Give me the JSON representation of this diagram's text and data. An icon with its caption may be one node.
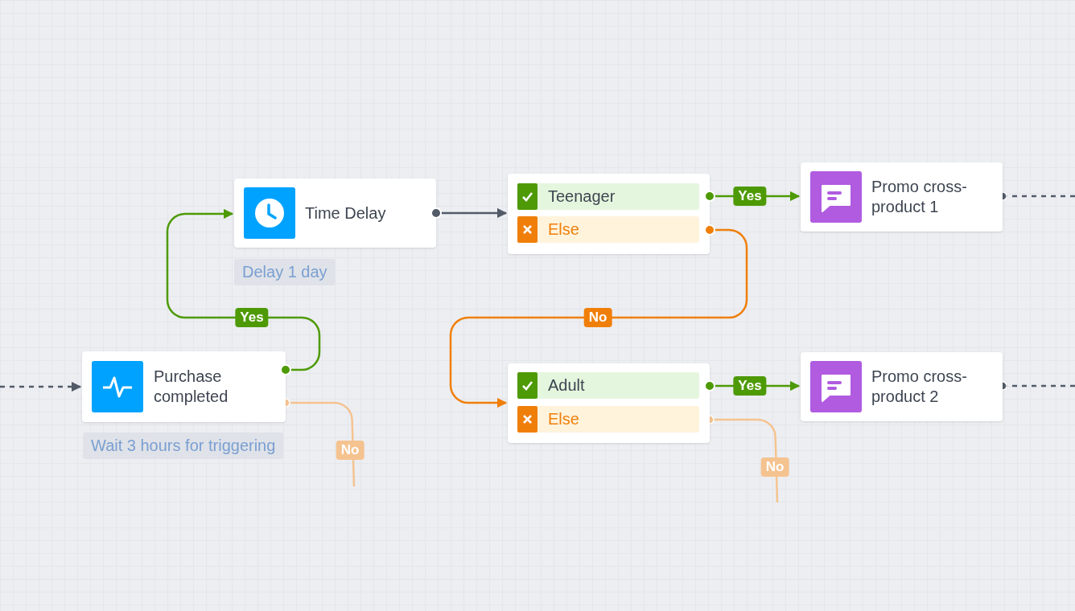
{
  "diagram": {
    "nodes": [
      {
        "text": [
          "Purchase completed"
        ],
        "beside": [
          "Wait 3 hours for triggering"
        ]
      },
      {
        "text": [
          "Time Delay"
        ],
        "beside": [
          "Delay 1 day"
        ]
      },
      {
        "text": [],
        "shape": "box"
      },
      {
        "text": [
          "Teenager"
        ],
        "in": 2
      },
      {
        "text": [
          "Else"
        ],
        "in": 2
      },
      {
        "text": [
          "Promo cross-product 1"
        ]
      },
      {
        "text": [],
        "shape": "box"
      },
      {
        "text": [
          "Adult"
        ],
        "in": 6
      },
      {
        "text": [
          "Else"
        ],
        "in": 6
      },
      {
        "text": [
          "Promo cross-product 2"
        ]
      }
    ],
    "edges": [
      {
        "from": null,
        "to": 0,
        "arrow": "to",
        "style": "dashed",
        "color": "#525b67"
      },
      {
        "from": 0,
        "to": 1,
        "arrow": "to",
        "label": "Yes",
        "color": "#4e9a06"
      },
      {
        "from": 0,
        "to": null,
        "arrow": "other",
        "label": "No",
        "color": "#f5c390"
      },
      {
        "from": 1,
        "to": 2,
        "arrow": "to",
        "color": "#525b67"
      },
      {
        "from": 3,
        "to": 5,
        "arrow": "to",
        "label": "Yes",
        "color": "#4e9a06"
      },
      {
        "from": 4,
        "to": 6,
        "arrow": "to",
        "label": "No",
        "color": "#f07f0a"
      },
      {
        "from": 5,
        "to": null,
        "arrow": "other",
        "style": "dashed",
        "color": "#525b67"
      },
      {
        "from": 7,
        "to": 9,
        "arrow": "to",
        "label": "Yes",
        "color": "#4e9a06"
      },
      {
        "from": 8,
        "to": null,
        "arrow": "other",
        "label": "No",
        "color": "#f5c390"
      },
      {
        "from": 9,
        "to": null,
        "arrow": "other",
        "style": "dashed",
        "color": "#525b67"
      }
    ]
  }
}
